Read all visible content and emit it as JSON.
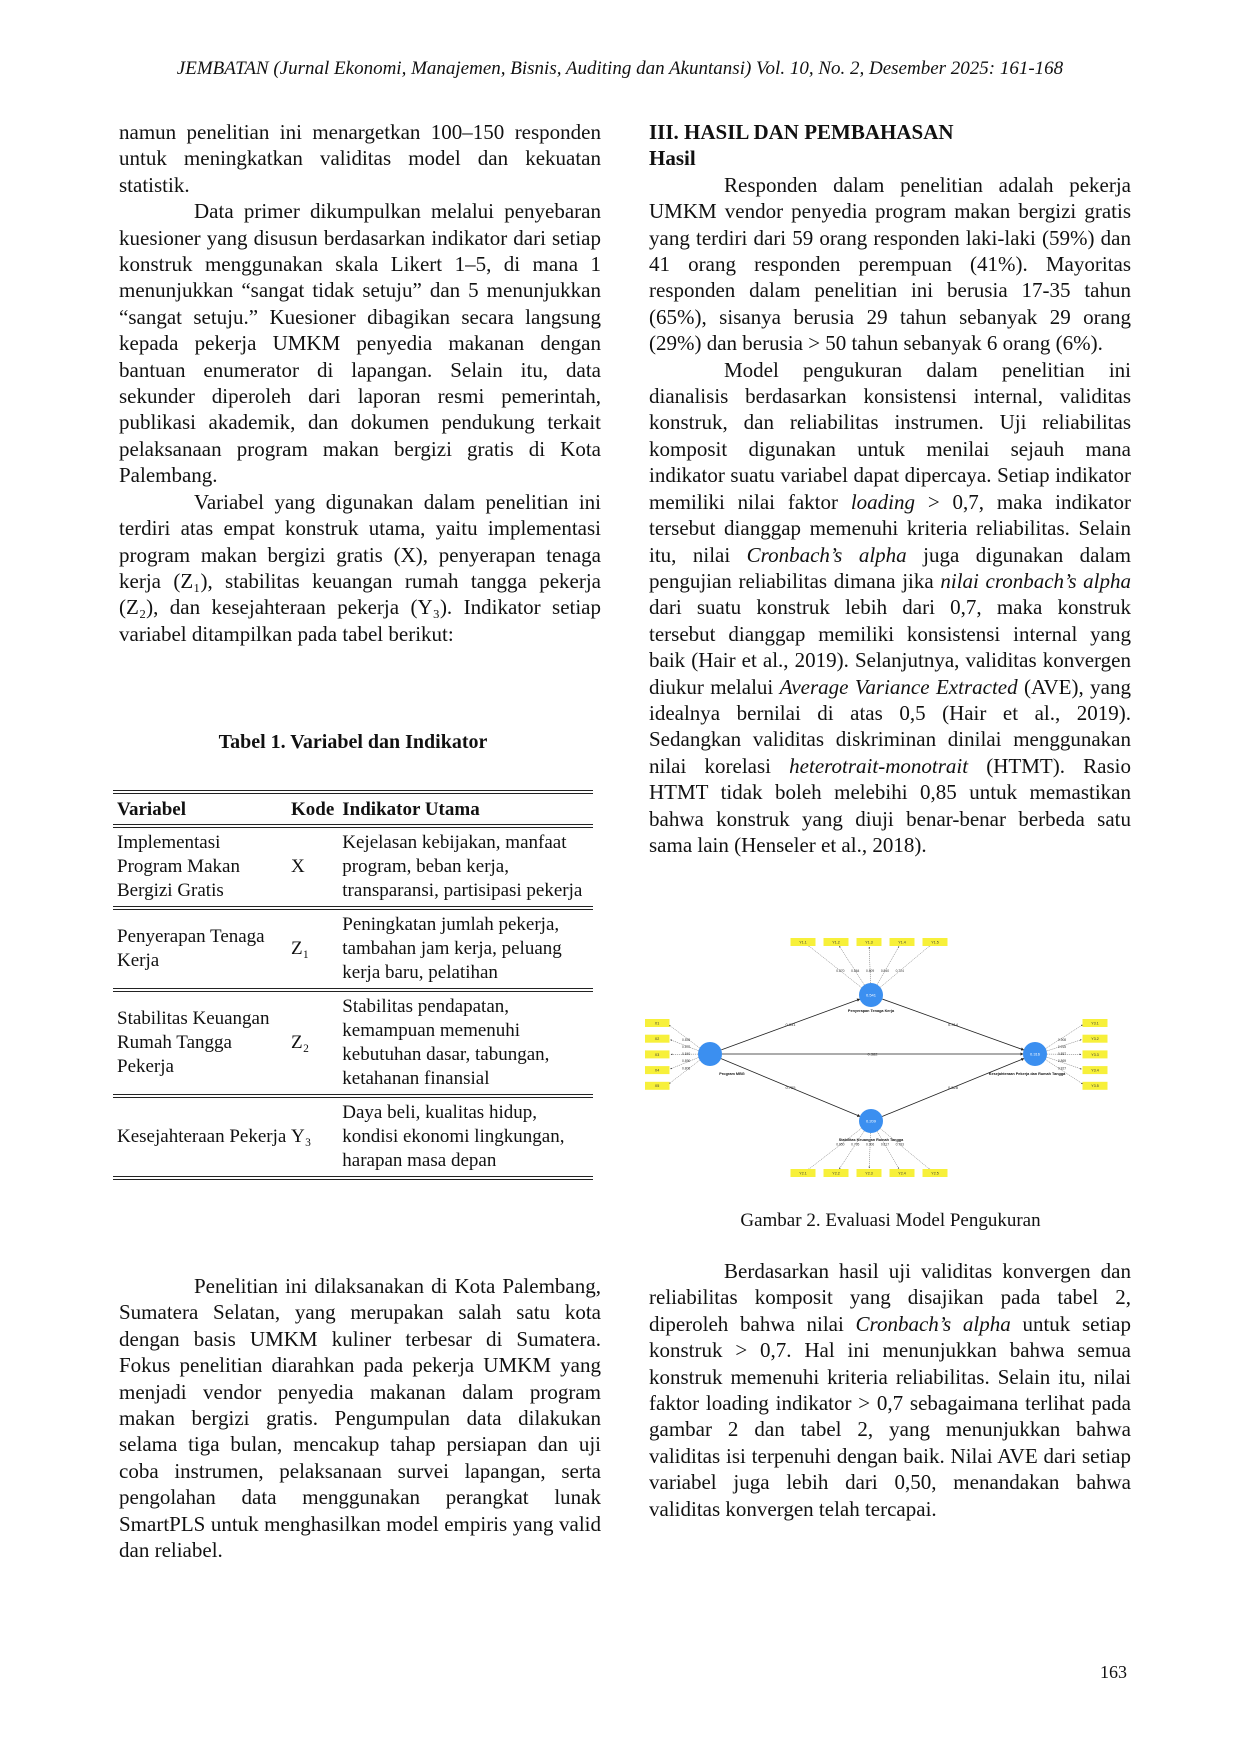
{
  "header": "JEMBATAN (Jurnal Ekonomi, Manajemen, Bisnis, Auditing dan Akuntansi) Vol. 10, No. 2, Desember 2025: 161-168",
  "left": {
    "p1": [
      {
        "t": "namun penelitian ini menargetkan 100–150 responden untuk meningkatkan validitas model dan kekuatan statistik."
      }
    ],
    "p2": [
      {
        "t": "Data primer dikumpulkan melalui penyebaran kuesioner yang disusun berdasarkan indikator dari setiap konstruk menggunakan skala Likert 1–5, di mana 1 menunjukkan “sangat tidak setuju” dan 5 menunjukkan “sangat setuju.” Kuesioner dibagikan secara langsung kepada pekerja UMKM penyedia makanan dengan bantuan enumerator di lapangan. Selain itu, data sekunder diperoleh dari laporan resmi pemerintah, publikasi akademik, dan dokumen pendukung terkait pelaksanaan program makan bergizi gratis di Kota Palembang."
      }
    ],
    "p3": [
      {
        "t": "Variabel yang digunakan dalam penelitian ini terdiri atas empat konstruk utama, yaitu implementasi program makan bergizi gratis (X), penyerapan tenaga kerja (Z₁), stabilitas keuangan rumah tangga pekerja (Z₂), dan kesejahteraan pekerja (Y₃). Indikator setiap variabel ditampilkan pada tabel berikut:"
      }
    ],
    "p4": [
      {
        "t": "Penelitian ini dilaksanakan di Kota Palembang, Sumatera Selatan, yang merupakan salah satu kota dengan basis UMKM kuliner terbesar di Sumatera. Fokus penelitian diarahkan pada pekerja UMKM yang menjadi vendor penyedia makanan dalam program makan bergizi gratis. Pengumpulan data dilakukan selama tiga bulan, mencakup tahap persiapan dan uji coba instrumen, pelaksanaan survei lapangan, serta pengolahan data menggunakan perangkat lunak SmartPLS untuk menghasilkan model empiris yang valid dan reliabel."
      }
    ]
  },
  "table": {
    "title": "Tabel 1. Variabel dan Indikator",
    "headers": [
      "Variabel",
      "Kode",
      "Indikator Utama"
    ],
    "rows": [
      [
        "Implementasi Program Makan Bergizi Gratis",
        "X",
        "Kejelasan kebijakan, manfaat program, beban kerja, transparansi, partisipasi pekerja"
      ],
      [
        "Penyerapan Tenaga Kerja",
        "Z₁",
        "Peningkatan jumlah pekerja, tambahan jam kerja, peluang kerja baru, pelatihan"
      ],
      [
        "Stabilitas Keuangan Rumah Tangga Pekerja",
        "Z₂",
        "Stabilitas pendapatan, kemampuan memenuhi kebutuhan dasar, tabungan, ketahanan finansial"
      ],
      [
        "Kesejahteraan Pekerja",
        "Y₃",
        "Daya beli, kualitas hidup, kondisi ekonomi lingkungan, harapan masa depan"
      ]
    ]
  },
  "right": {
    "heading": "III.  HASIL DAN PEMBAHASAN",
    "subheading": "Hasil",
    "r1": [
      {
        "t": "Responden dalam penelitian adalah pekerja UMKM vendor penyedia program makan bergizi gratis yang terdiri dari 59 orang responden laki-laki (59%) dan 41 orang responden perempuan (41%). Mayoritas responden dalam penelitian ini berusia 17-35 tahun (65%), sisanya berusia 29 tahun sebanyak 29 orang (29%) dan berusia > 50 tahun sebanyak 6 orang (6%)."
      }
    ],
    "r2": [
      {
        "t": "Model pengukuran dalam penelitian ini dianalisis berdasarkan konsistensi internal, validitas konstruk, dan reliabilitas instrumen. Uji reliabilitas komposit digunakan untuk menilai sejauh mana indikator suatu variabel dapat dipercaya. Setiap indikator memiliki nilai faktor "
      },
      {
        "t": "loading",
        "i": true
      },
      {
        "t": " > 0,7, maka indikator tersebut dianggap memenuhi kriteria reliabilitas. Selain itu, nilai "
      },
      {
        "t": "Cronbach’s alpha",
        "i": true
      },
      {
        "t": " juga digunakan dalam pengujian reliabilitas dimana jika "
      },
      {
        "t": "nilai cronbach’s alpha",
        "i": true
      },
      {
        "t": " dari suatu konstruk lebih dari 0,7, maka konstruk tersebut dianggap memiliki konsistensi internal yang baik (Hair et al., 2019). Selanjutnya, validitas konvergen diukur melalui "
      },
      {
        "t": "Average Variance Extracted",
        "i": true
      },
      {
        "t": " (AVE), yang idealnya bernilai di atas 0,5 (Hair et al., 2019). Sedangkan validitas diskriminan dinilai menggunakan nilai korelasi "
      },
      {
        "t": "heterotrait-monotrait",
        "i": true
      },
      {
        "t": " (HTMT). Rasio HTMT tidak boleh melebihi 0,85 untuk memastikan bahwa konstruk yang diuji benar-benar berbeda satu sama lain (Henseler et al., 2018)."
      }
    ],
    "caption": "Gambar 2. Evaluasi Model Pengukuran",
    "r3": [
      {
        "t": "Berdasarkan hasil uji validitas konvergen dan reliabilitas komposit yang disajikan pada tabel 2, diperoleh bahwa nilai "
      },
      {
        "t": "Cronbach’s alpha",
        "i": true
      },
      {
        "t": " untuk setiap konstruk > 0,7. Hal ini menunjukkan bahwa semua konstruk memenuhi kriteria reliabilitas. Selain itu, nilai faktor loading indikator > 0,7 sebagaimana terlihat pada gambar 2 dan tabel 2, yang menunjukkan bahwa validitas isi terpenuhi dengan baik. Nilai AVE dari setiap variabel juga lebih dari 0,50, menandakan bahwa validitas konvergen telah tercapai."
      }
    ]
  },
  "figure": {
    "colors": {
      "construct": "#3b8ff0",
      "indicator": "#f7f03a"
    },
    "constructs": [
      {
        "id": "x",
        "name": "Program MBG",
        "r2": ""
      },
      {
        "id": "z1",
        "name": "Penyerapan Tenaga Kerja",
        "r2": "0.541"
      },
      {
        "id": "z2",
        "name": "Stabilitas Keuangan Rumah Tangga",
        "r2": "0.209"
      },
      {
        "id": "y",
        "name": "Kesejahteraan Pekerja dan Rumah Tangga",
        "r2": "0.316"
      }
    ],
    "indicators": {
      "x": {
        "labels": [
          "X1",
          "X2",
          "X3",
          "X4",
          "X5"
        ],
        "loadings": [
          "0.839",
          "0.872",
          "0.840",
          "0.890",
          "0.806"
        ]
      },
      "z1": {
        "labels": [
          "Y1.1",
          "Y1.2",
          "Y1.3",
          "Y1.4",
          "Y1.5"
        ],
        "loadings": [
          "0.870",
          "0.864",
          "0.809",
          "0.840",
          "0.724"
        ]
      },
      "y": {
        "labels": [
          "Y3.1",
          "Y3.2",
          "Y3.3",
          "Y3.4",
          "Y3.5"
        ],
        "loadings": [
          "0.908",
          "0.915",
          "0.857",
          "0.869",
          "0.827"
        ]
      },
      "z2": {
        "labels": [
          "Y2.1",
          "Y2.2",
          "Y2.3",
          "Y2.4",
          "Y2.5"
        ],
        "loadings": [
          "0.850",
          "0.795",
          "0.906",
          "0.817",
          "0.783"
        ]
      }
    },
    "paths": [
      {
        "from": "x",
        "to": "z1",
        "value": "0.831"
      },
      {
        "from": "z1",
        "to": "y",
        "value": "0.314"
      },
      {
        "from": "x",
        "to": "y",
        "value": "0.382"
      },
      {
        "from": "x",
        "to": "z2",
        "value": "0.755"
      },
      {
        "from": "z2",
        "to": "y",
        "value": "0.528"
      }
    ]
  },
  "page_number": "163"
}
